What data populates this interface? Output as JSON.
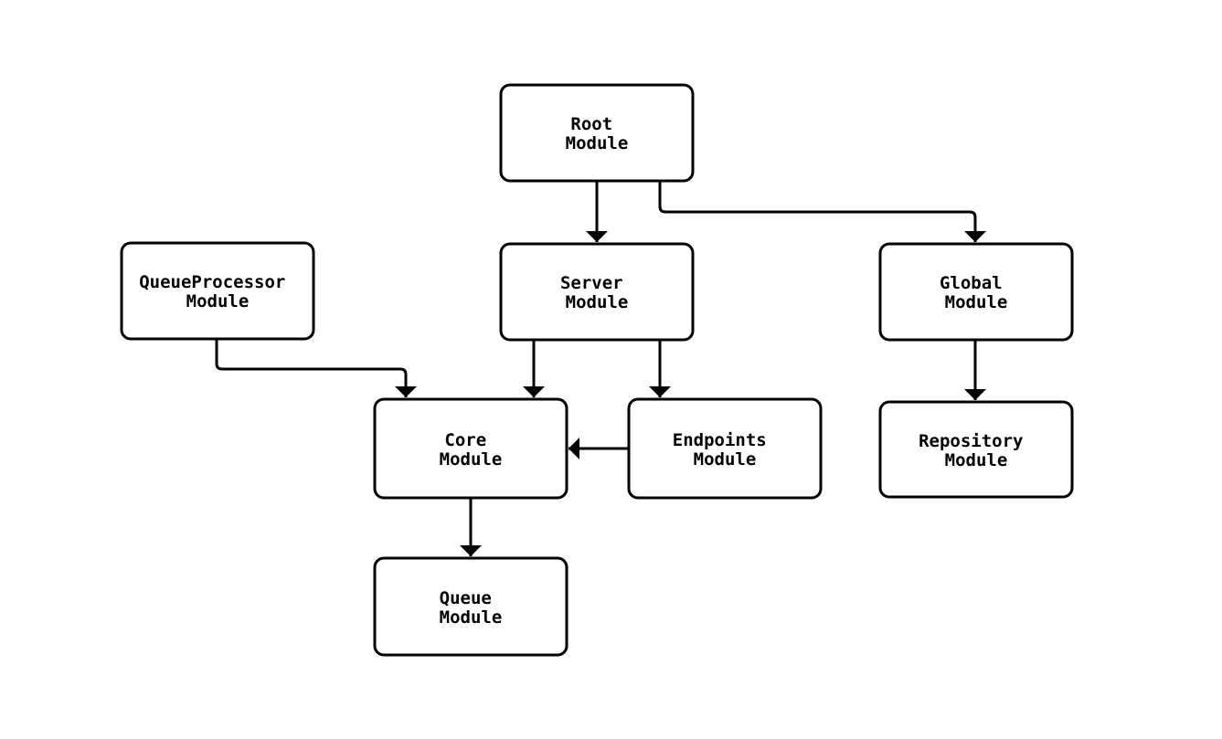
{
  "diagram": {
    "type": "module-dependency-flowchart",
    "background_color": "#ffffff",
    "node_fill": "#ffffff",
    "node_stroke": "#000000",
    "text_color": "#000000",
    "nodes": {
      "root": {
        "line1": "Root",
        "line2": "Module"
      },
      "server": {
        "line1": "Server",
        "line2": "Module"
      },
      "queueprocessor": {
        "line1": "QueueProcessor",
        "line2": "Module"
      },
      "global": {
        "line1": "Global",
        "line2": "Module"
      },
      "core": {
        "line1": "Core",
        "line2": "Module"
      },
      "endpoints": {
        "line1": "Endpoints",
        "line2": "Module"
      },
      "repository": {
        "line1": "Repository",
        "line2": "Module"
      },
      "queue": {
        "line1": "Queue",
        "line2": "Module"
      }
    },
    "edges": [
      {
        "from": "root",
        "to": "server"
      },
      {
        "from": "root",
        "to": "global"
      },
      {
        "from": "queueprocessor",
        "to": "core"
      },
      {
        "from": "server",
        "to": "core"
      },
      {
        "from": "server",
        "to": "endpoints"
      },
      {
        "from": "endpoints",
        "to": "core"
      },
      {
        "from": "global",
        "to": "repository"
      },
      {
        "from": "core",
        "to": "queue"
      }
    ]
  }
}
